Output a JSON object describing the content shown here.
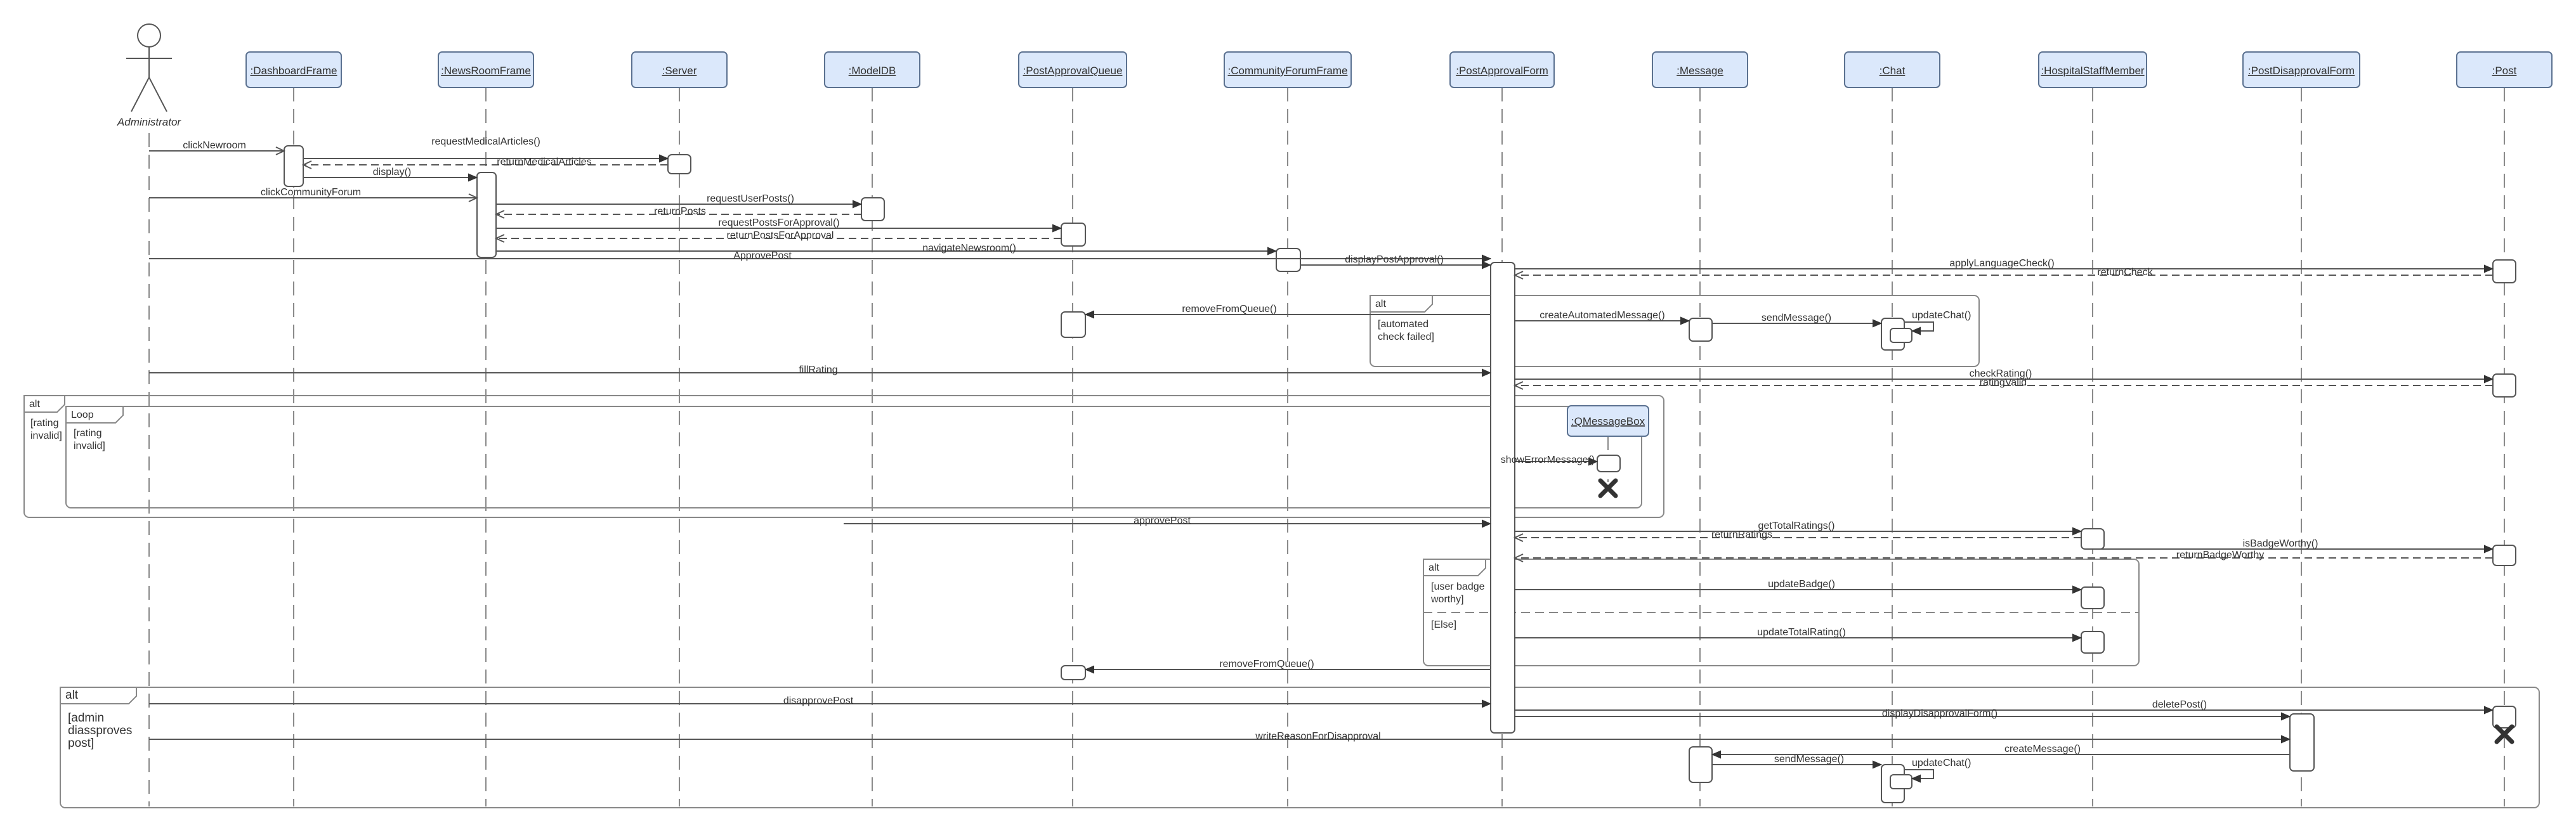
{
  "actor": {
    "name": "Administrator"
  },
  "lifelines": [
    {
      "id": "dash",
      "label": ":DashboardFrame"
    },
    {
      "id": "news",
      "label": ":NewsRoomFrame"
    },
    {
      "id": "server",
      "label": ":Server"
    },
    {
      "id": "modeldb",
      "label": ":ModelDB"
    },
    {
      "id": "queue",
      "label": ":PostApprovalQueue"
    },
    {
      "id": "forum",
      "label": ":CommunityForumFrame"
    },
    {
      "id": "form",
      "label": ":PostApprovalForm"
    },
    {
      "id": "message",
      "label": ":Message"
    },
    {
      "id": "chat",
      "label": ":Chat"
    },
    {
      "id": "staff",
      "label": ":HospitalStaffMember"
    },
    {
      "id": "disform",
      "label": ":PostDisapprovalForm"
    },
    {
      "id": "post",
      "label": ":Post"
    }
  ],
  "created_objects": [
    {
      "id": "qmsgbox",
      "label": ":QMessageBox"
    }
  ],
  "messages": [
    {
      "label": "clickNewroom",
      "kind": "call"
    },
    {
      "label": "requestMedicalArticles()",
      "kind": "call"
    },
    {
      "label": "returnMedicalArticles",
      "kind": "return"
    },
    {
      "label": "display()",
      "kind": "call"
    },
    {
      "label": "clickCommunityForum",
      "kind": "call"
    },
    {
      "label": "requestUserPosts()",
      "kind": "call"
    },
    {
      "label": "returnPosts",
      "kind": "return"
    },
    {
      "label": "requestPostsForApproval()",
      "kind": "call"
    },
    {
      "label": "returnPostsForApproval",
      "kind": "return"
    },
    {
      "label": "navigateNewsroom()",
      "kind": "call"
    },
    {
      "label": "ApprovePost",
      "kind": "call"
    },
    {
      "label": "displayPostApproval()",
      "kind": "call"
    },
    {
      "label": "applyLanguageCheck()",
      "kind": "call"
    },
    {
      "label": "returnCheck",
      "kind": "return"
    },
    {
      "label": "removeFromQueue()",
      "kind": "call"
    },
    {
      "label": "createAutomatedMessage()",
      "kind": "call"
    },
    {
      "label": "sendMessage()",
      "kind": "call"
    },
    {
      "label": "updateChat()",
      "kind": "self"
    },
    {
      "label": "fillRating",
      "kind": "call"
    },
    {
      "label": "checkRating()",
      "kind": "call"
    },
    {
      "label": "ratingValid",
      "kind": "return"
    },
    {
      "label": "showErrorMessage()",
      "kind": "call"
    },
    {
      "label": "approvePost",
      "kind": "call"
    },
    {
      "label": "getTotalRatings()",
      "kind": "call"
    },
    {
      "label": "returnRatings",
      "kind": "return"
    },
    {
      "label": "isBadgeWorthy()",
      "kind": "call"
    },
    {
      "label": "returnBadgeWorthy",
      "kind": "return"
    },
    {
      "label": "updateBadge()",
      "kind": "call"
    },
    {
      "label": "updateTotalRating()",
      "kind": "call"
    },
    {
      "label": "removeFromQueue()",
      "kind": "call"
    },
    {
      "label": "disapprovePost",
      "kind": "call"
    },
    {
      "label": "deletePost()",
      "kind": "call"
    },
    {
      "label": "displayDisapprovalForm()",
      "kind": "call"
    },
    {
      "label": "writeReasonForDisapproval",
      "kind": "call"
    },
    {
      "label": "createMessage()",
      "kind": "call"
    },
    {
      "label": "sendMessage()",
      "kind": "call"
    },
    {
      "label": "updateChat()",
      "kind": "self"
    }
  ],
  "fragments": [
    {
      "operator": "alt",
      "guards": [
        "[automated\ncheck failed]"
      ]
    },
    {
      "operator": "alt",
      "guards": [
        "[rating\ninvalid]"
      ]
    },
    {
      "operator": "Loop",
      "guards": [
        "[rating\ninvalid]"
      ]
    },
    {
      "operator": "alt",
      "guards": [
        "[user badge\nworthy]",
        "[Else]"
      ]
    },
    {
      "operator": "alt",
      "guards": [
        "[admin\ndiassproves\npost]"
      ]
    }
  ],
  "destroy_marks": [
    "qmsgbox",
    "post"
  ],
  "colors": {
    "header_fill": "#dbe8fb",
    "header_stroke": "#5b7190",
    "line": "#555555",
    "lifeline": "#8a8a8a"
  }
}
